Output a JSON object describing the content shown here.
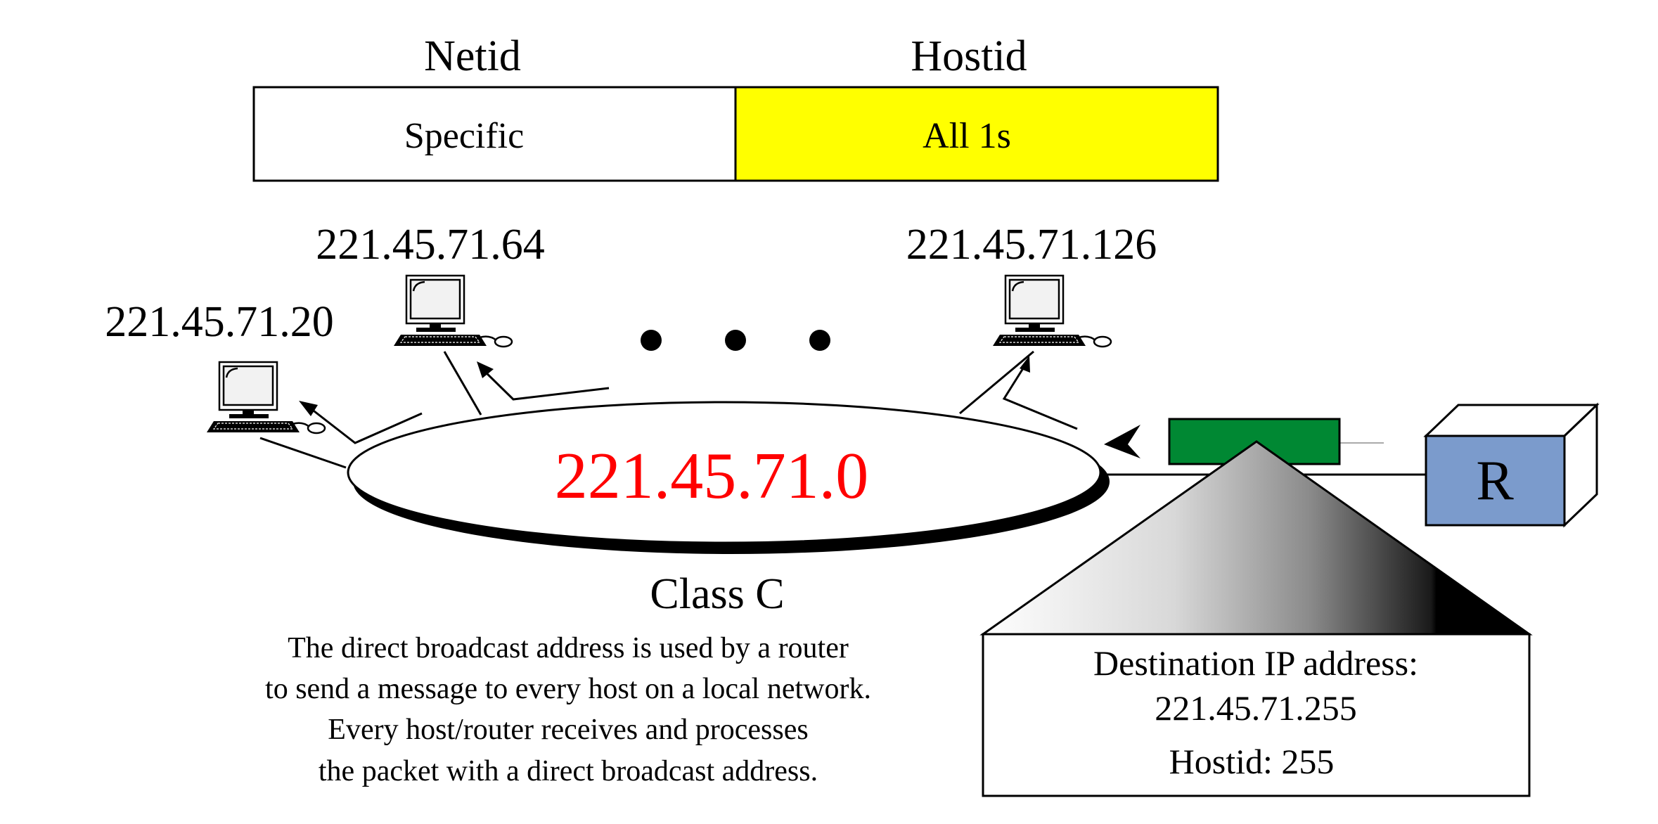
{
  "address_format": {
    "netid_header": "Netid",
    "hostid_header": "Hostid",
    "netid_value": "Specific",
    "hostid_value": "All 1s"
  },
  "hosts": {
    "host_1_ip": "221.45.71.20",
    "host_2_ip": "221.45.71.64",
    "host_3_ip": "221.45.71.126",
    "ellipsis": "• • •"
  },
  "network": {
    "address": "221.45.71.0",
    "class_label": "Class C"
  },
  "router": {
    "label": "R"
  },
  "packet": {
    "destination_label": "Destination IP address:",
    "destination_ip": "221.45.71.255",
    "hostid_line": "Hostid: 255"
  },
  "caption": {
    "line_1": "The direct broadcast address is used by a router",
    "line_2": "to send a message to every host on a local network.",
    "line_3": "Every host/router receives and processes",
    "line_4": "the packet with a direct broadcast address."
  },
  "colors": {
    "hostid_fill": "#ffff00",
    "network_address": "#ff0000",
    "packet": "#008833",
    "router": "#7b9bcc"
  }
}
